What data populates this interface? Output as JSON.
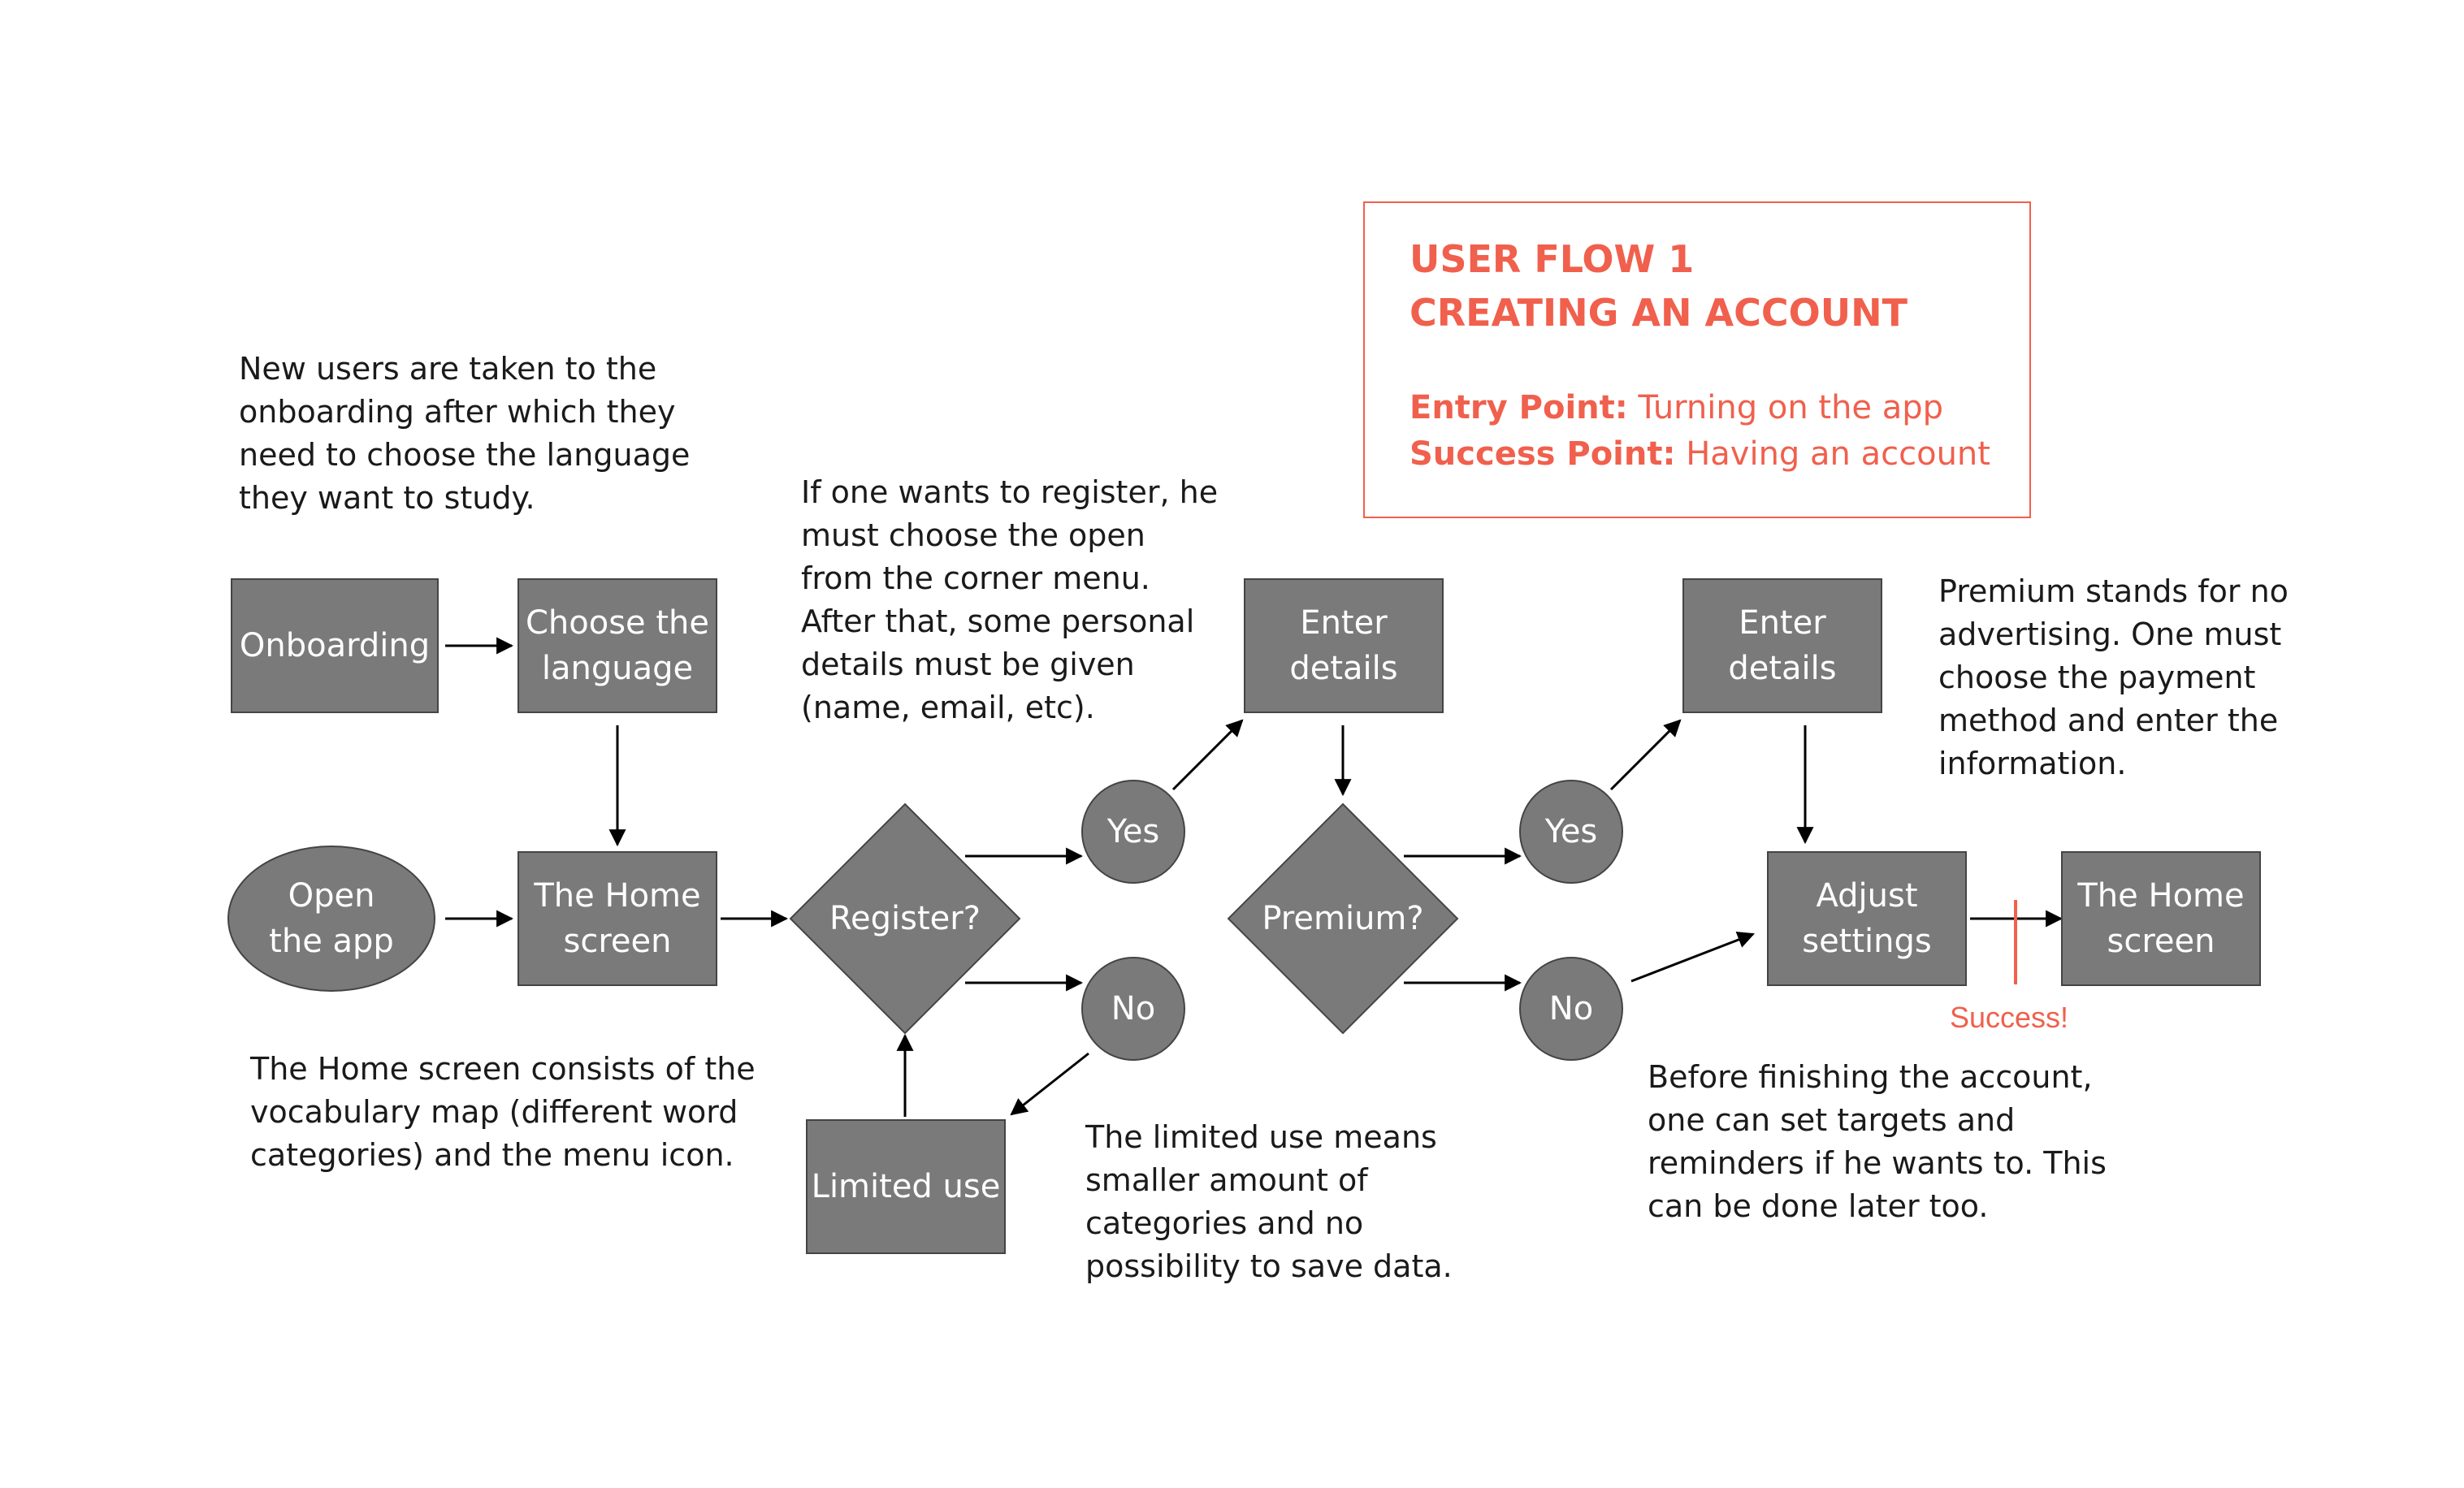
{
  "title": {
    "line1": "USER FLOW 1",
    "line2": "CREATING AN ACCOUNT",
    "entry_label": "Entry Point:",
    "entry_value": "Turning on the app",
    "success_label": "Success Point:",
    "success_value": "Having an account"
  },
  "nodes": {
    "onboarding": "Onboarding",
    "choose_language": "Choose the\nlanguage",
    "open_app": "Open\nthe app",
    "home_screen_1": "The Home\nscreen",
    "register": "Register?",
    "yes_1": "Yes",
    "no_1": "No",
    "limited_use": "Limited use",
    "enter_details_1": "Enter\ndetails",
    "premium": "Premium?",
    "yes_2": "Yes",
    "no_2": "No",
    "enter_details_2": "Enter\ndetails",
    "adjust_settings": "Adjust\nsettings",
    "home_screen_2": "The Home\nscreen"
  },
  "success_label": "Success!",
  "notes": {
    "onboarding_note": "New users are taken to the\nonboarding after which they\nneed to choose the language\nthey want to study.",
    "register_note": "If one wants to register, he\nmust choose the open\nfrom the corner menu.\nAfter that, some personal\ndetails must be given\n(name, email, etc).",
    "premium_note": "Premium stands for no\nadvertising. One must\nchoose the payment\nmethod and enter the\ninformation.",
    "home_note": "The Home screen consists of the\nvocabulary map (different word\ncategories) and the menu icon.",
    "limited_note": "The limited use means\nsmaller amount of\ncategories and no\npossibility to save data.",
    "finish_note": "Before finishing the account,\none can set targets and\nreminders if he wants to. This\ncan be done later too."
  },
  "colors": {
    "node_fill": "#7a7a7a",
    "accent": "#f0604d",
    "text": "#1a1a1a"
  }
}
